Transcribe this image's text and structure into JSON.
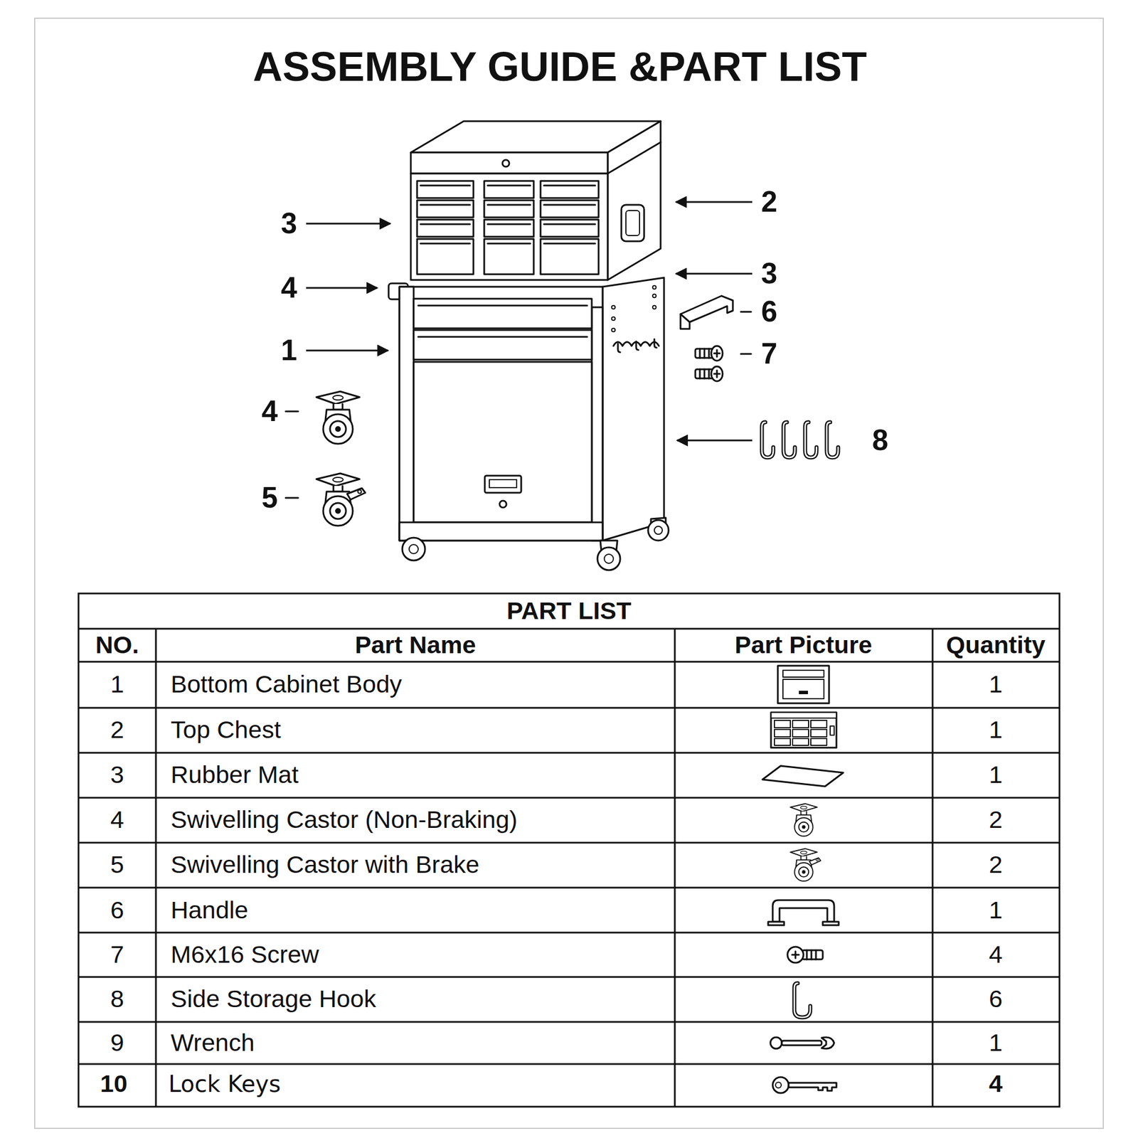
{
  "diagram": {
    "title": "ASSEMBLY GUIDE &PART LIST",
    "labels": [
      "3",
      "4",
      "1",
      "4",
      "5",
      "2",
      "3",
      "6",
      "7",
      "8",
      "PART LIST",
      "NO.",
      "Part Name",
      "Part Picture",
      "Quantity",
      "1",
      "Bottom Cabinet Body",
      "1",
      "2",
      "Top Chest",
      "1",
      "3",
      "Rubber Mat",
      "1",
      "4",
      "Swivelling Castor (Non-Braking)",
      "2",
      "5",
      "Swivelling Castor with Brake",
      "2",
      "6",
      "Handle",
      "1",
      "7",
      "M6x16 Screw",
      "4",
      "8",
      "Side Storage Hook",
      "6",
      "9",
      "Wrench",
      "1",
      "10",
      "Lock Keys",
      "4"
    ]
  }
}
